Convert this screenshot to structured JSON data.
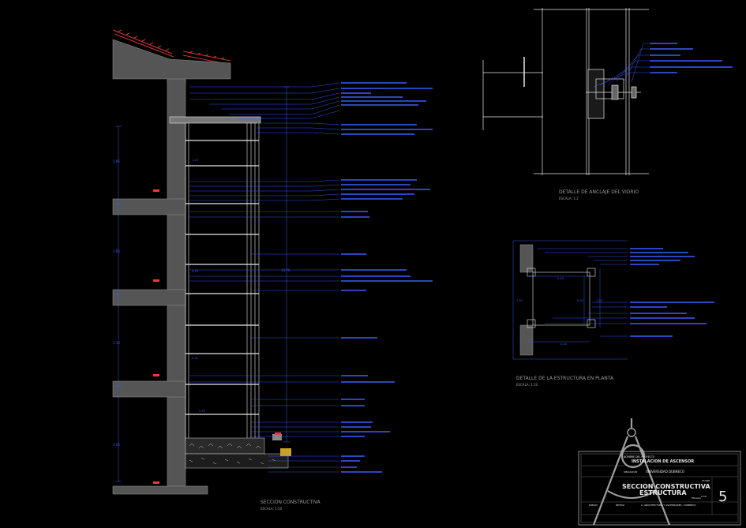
{
  "drawing": {
    "main_caption": "SECCION CONSTRUCTIVA",
    "main_scale": "ESCALA: 1:50",
    "anchor_caption": "DETALLE DE ANCLAJE DEL VIDRIO",
    "anchor_scale": "ESCALA: 1:2",
    "plan_caption": "DETALLE DE LA ESTRUCTURA EN PLANTA",
    "plan_scale": "ESCALA: 1:20",
    "section_dims": [
      "2.85",
      "2.85",
      "3.10",
      "3.05"
    ],
    "overall_dim": "13.76",
    "small_dims": [
      "1.20",
      "0.30",
      "0.70",
      "2.30"
    ],
    "plan_dims": [
      "0.45",
      "1.30",
      "0.55",
      "1.40",
      "0.45"
    ],
    "colors": {
      "background": "#000000",
      "concrete": "#555555",
      "leader": "#3a5cff",
      "roof_tiles": "#d33333",
      "steel": "#e6e6e6"
    }
  },
  "title_block": {
    "project_label": "NOMBRE DEL PROYECTO",
    "project": "INSTALACION DE ASCENSOR",
    "location_label": "UBICACION",
    "location": "UNIVERSIDAD DUBRECO",
    "sheet_title_1": "SECCION CONSTRUCTIVA",
    "sheet_title_2": "ESTRUCTURA",
    "sheet_label": "PLANO",
    "sheet_number": "5",
    "scale_label": "ESCALA",
    "scale_value": "1:50",
    "footer_1": "DIBUJO",
    "footer_2": "REVISO",
    "footer_3": "C. ARQUITECTURA Y ASCENSORES - DUBRECO"
  }
}
